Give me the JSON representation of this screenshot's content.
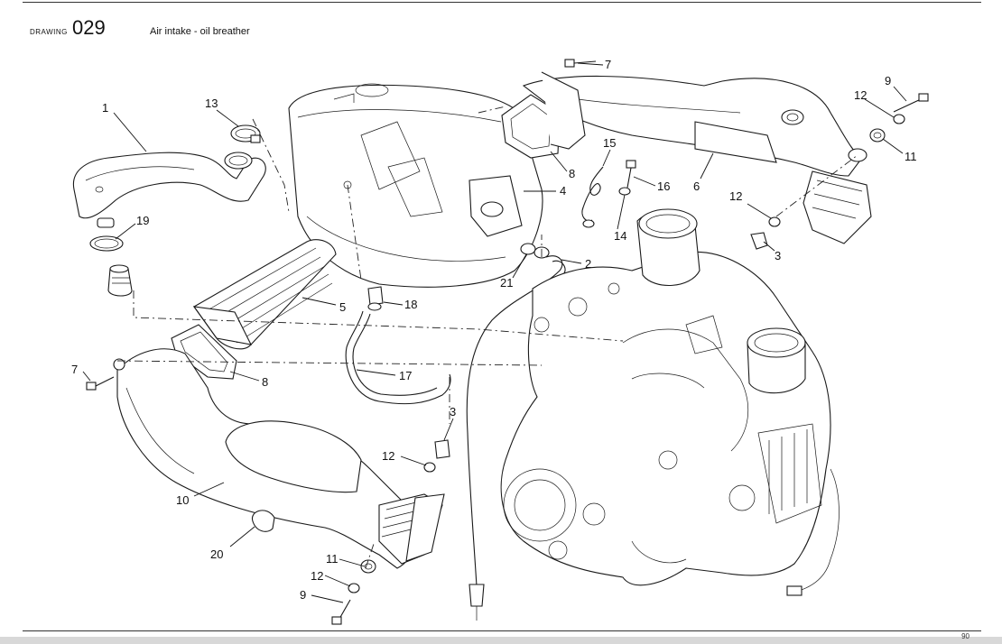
{
  "header": {
    "label": "DRAWING",
    "number": "029",
    "title": "Air intake - oil breather"
  },
  "footer": {
    "page": "90"
  },
  "callouts": [
    {
      "id": "c1",
      "text": "1"
    },
    {
      "id": "c13",
      "text": "13"
    },
    {
      "id": "c19",
      "text": "19"
    },
    {
      "id": "c5",
      "text": "5"
    },
    {
      "id": "c7a",
      "text": "7"
    },
    {
      "id": "c8a",
      "text": "8"
    },
    {
      "id": "c10",
      "text": "10"
    },
    {
      "id": "c20",
      "text": "20"
    },
    {
      "id": "c18",
      "text": "18"
    },
    {
      "id": "c17",
      "text": "17"
    },
    {
      "id": "c3a",
      "text": "3"
    },
    {
      "id": "c12a",
      "text": "12"
    },
    {
      "id": "c11a",
      "text": "11"
    },
    {
      "id": "c12b",
      "text": "12"
    },
    {
      "id": "c9a",
      "text": "9"
    },
    {
      "id": "c7b",
      "text": "7"
    },
    {
      "id": "c8b",
      "text": "8"
    },
    {
      "id": "c4",
      "text": "4"
    },
    {
      "id": "c15",
      "text": "15"
    },
    {
      "id": "c16",
      "text": "16"
    },
    {
      "id": "c14",
      "text": "14"
    },
    {
      "id": "c6",
      "text": "6"
    },
    {
      "id": "c2",
      "text": "2"
    },
    {
      "id": "c21",
      "text": "21"
    },
    {
      "id": "c9b",
      "text": "9"
    },
    {
      "id": "c12c",
      "text": "12"
    },
    {
      "id": "c11b",
      "text": "11"
    },
    {
      "id": "c12d",
      "text": "12"
    },
    {
      "id": "c3b",
      "text": "3"
    }
  ]
}
